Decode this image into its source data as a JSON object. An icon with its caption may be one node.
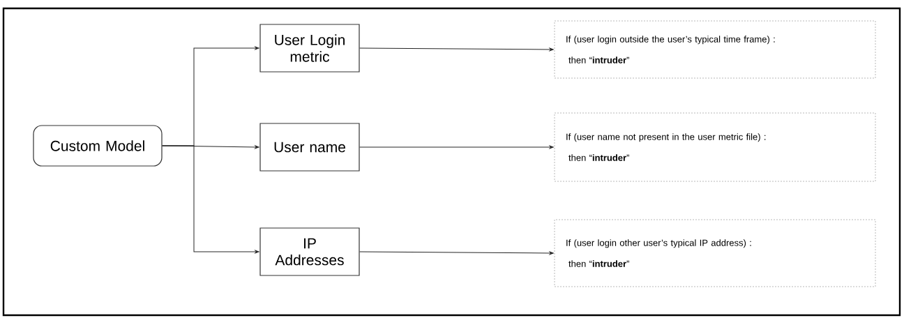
{
  "diagram": {
    "nodes": [
      {
        "text": [
          "Custom Model"
        ]
      },
      {
        "text": [
          "User Login metric"
        ]
      },
      {
        "text": [
          "User name"
        ]
      },
      {
        "text": [
          "IP Addresses"
        ]
      },
      {
        "text": [
          "If (user login outside the user’s typical time frame) :",
          "then “**intruder**”"
        ]
      },
      {
        "text": [
          "If (user name not present in the user metric file) :",
          "then “**intruder**”"
        ]
      },
      {
        "text": [
          "If (user login other user’s typical IP address) :",
          "then “**intruder**”"
        ]
      }
    ],
    "edges": [
      {
        "from": 0,
        "to": 1,
        "arrow": "to"
      },
      {
        "from": 0,
        "to": 2,
        "arrow": "to"
      },
      {
        "from": 0,
        "to": 3,
        "arrow": "to"
      },
      {
        "from": 1,
        "to": 4,
        "arrow": "to"
      },
      {
        "from": 2,
        "to": 5,
        "arrow": "to"
      },
      {
        "from": 3,
        "to": 6,
        "arrow": "to"
      }
    ]
  }
}
